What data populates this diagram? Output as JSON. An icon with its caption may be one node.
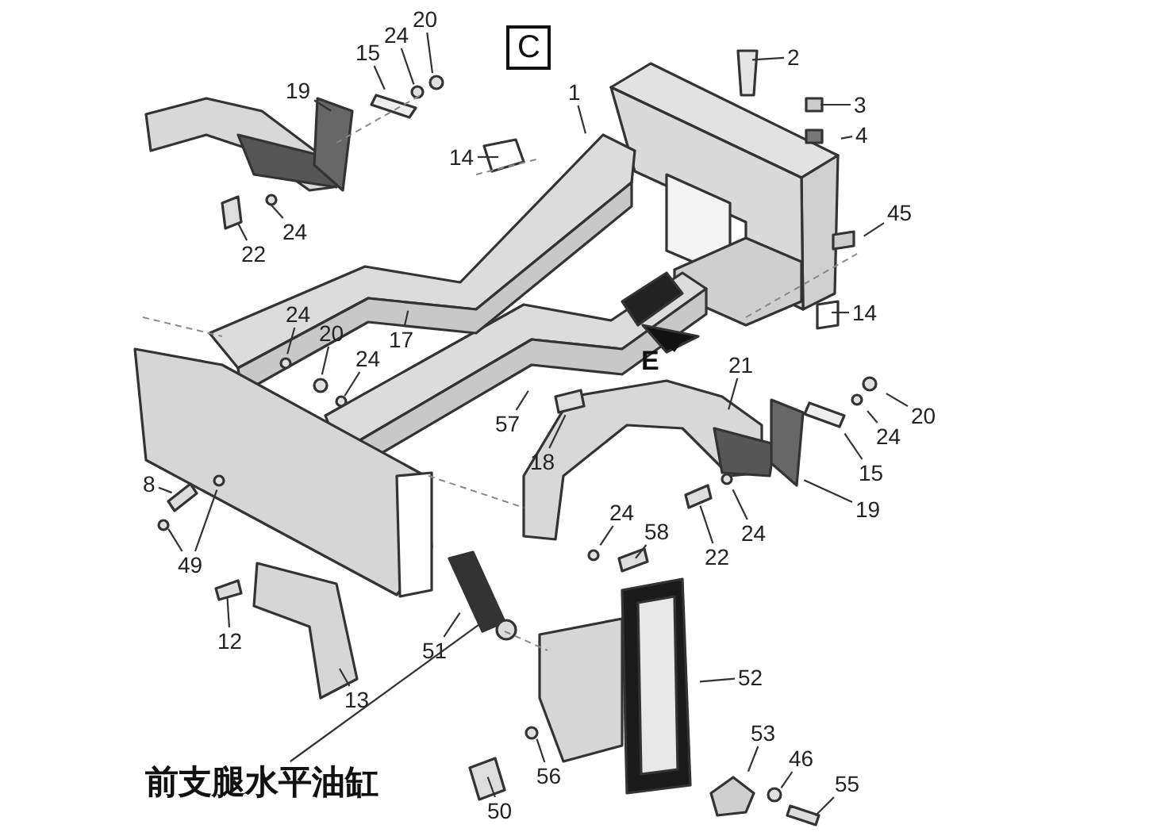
{
  "diagram": {
    "nodes": [
      {
        "text": [
          "C"
        ]
      },
      {
        "text": [
          "20"
        ]
      },
      {
        "text": [
          "24"
        ]
      },
      {
        "text": [
          "15"
        ]
      },
      {
        "text": [
          "2"
        ]
      },
      {
        "text": [
          "1"
        ]
      },
      {
        "text": [
          "19"
        ]
      },
      {
        "text": [
          "3"
        ]
      },
      {
        "text": [
          "4"
        ]
      },
      {
        "text": [
          "14"
        ]
      },
      {
        "text": [
          "45"
        ]
      },
      {
        "text": [
          "24"
        ]
      },
      {
        "text": [
          "22"
        ]
      },
      {
        "text": [
          "24"
        ]
      },
      {
        "text": [
          "14"
        ]
      },
      {
        "text": [
          "20"
        ]
      },
      {
        "text": [
          "17"
        ]
      },
      {
        "text": [
          "24"
        ]
      },
      {
        "text": [
          "21"
        ]
      },
      {
        "text": [
          "20"
        ]
      },
      {
        "text": [
          "57"
        ]
      },
      {
        "text": [
          "24"
        ]
      },
      {
        "text": [
          "18"
        ]
      },
      {
        "text": [
          "15"
        ]
      },
      {
        "text": [
          "8"
        ]
      },
      {
        "text": [
          "19"
        ]
      },
      {
        "text": [
          "24"
        ]
      },
      {
        "text": [
          "24"
        ]
      },
      {
        "text": [
          "58"
        ]
      },
      {
        "text": [
          "22"
        ]
      },
      {
        "text": [
          "49"
        ]
      },
      {
        "text": [
          "12"
        ]
      },
      {
        "text": [
          "51"
        ]
      },
      {
        "text": [
          "52"
        ]
      },
      {
        "text": [
          "13"
        ]
      },
      {
        "text": [
          "53"
        ]
      },
      {
        "text": [
          "46"
        ]
      },
      {
        "text": [
          "56"
        ]
      },
      {
        "text": [
          "55"
        ]
      },
      {
        "text": [
          "前支腿水平油缸"
        ]
      },
      {
        "text": [
          "50"
        ]
      }
    ],
    "edges": [
      {
        "from": 1,
        "to": null,
        "arrow": "none"
      },
      {
        "from": 2,
        "to": null,
        "arrow": "none"
      },
      {
        "from": 3,
        "to": null,
        "arrow": "none"
      },
      {
        "from": 4,
        "to": null,
        "arrow": "none"
      },
      {
        "from": 5,
        "to": null,
        "arrow": "none"
      },
      {
        "from": 6,
        "to": null,
        "arrow": "none"
      },
      {
        "from": 7,
        "to": null,
        "arrow": "none"
      },
      {
        "from": 8,
        "to": null,
        "arrow": "none"
      },
      {
        "from": 9,
        "to": null,
        "arrow": "none"
      },
      {
        "from": 10,
        "to": null,
        "arrow": "none"
      },
      {
        "from": 11,
        "to": null,
        "arrow": "none"
      },
      {
        "from": 12,
        "to": null,
        "arrow": "none"
      },
      {
        "from": 13,
        "to": null,
        "arrow": "none"
      },
      {
        "from": 14,
        "to": null,
        "arrow": "none"
      },
      {
        "from": 15,
        "to": null,
        "arrow": "none"
      },
      {
        "from": 16,
        "to": null,
        "arrow": "none"
      },
      {
        "from": 17,
        "to": null,
        "arrow": "none"
      },
      {
        "from": 18,
        "to": null,
        "arrow": "none"
      },
      {
        "from": 19,
        "to": null,
        "arrow": "none"
      },
      {
        "from": 20,
        "to": null,
        "arrow": "none"
      },
      {
        "from": 21,
        "to": null,
        "arrow": "none"
      },
      {
        "from": 22,
        "to": null,
        "arrow": "none"
      },
      {
        "from": 23,
        "to": null,
        "arrow": "none"
      },
      {
        "from": 24,
        "to": null,
        "arrow": "none"
      },
      {
        "from": 25,
        "to": null,
        "arrow": "none"
      },
      {
        "from": 26,
        "to": null,
        "arrow": "none"
      },
      {
        "from": 27,
        "to": null,
        "arrow": "none"
      },
      {
        "from": 28,
        "to": null,
        "arrow": "none"
      },
      {
        "from": 29,
        "to": null,
        "arrow": "none"
      },
      {
        "from": 30,
        "to": null,
        "arrow": "none"
      },
      {
        "from": 30,
        "to": null,
        "arrow": "none"
      },
      {
        "from": 31,
        "to": null,
        "arrow": "none"
      },
      {
        "from": 32,
        "to": null,
        "arrow": "none"
      },
      {
        "from": 33,
        "to": null,
        "arrow": "none"
      },
      {
        "from": 34,
        "to": null,
        "arrow": "none"
      },
      {
        "from": 35,
        "to": null,
        "arrow": "none"
      },
      {
        "from": 36,
        "to": null,
        "arrow": "none"
      },
      {
        "from": 37,
        "to": null,
        "arrow": "none"
      },
      {
        "from": 38,
        "to": null,
        "arrow": "none"
      },
      {
        "from": 39,
        "to": null,
        "arrow": "none"
      },
      {
        "from": 40,
        "to": null,
        "arrow": "none"
      }
    ],
    "labels": [
      "E"
    ]
  }
}
